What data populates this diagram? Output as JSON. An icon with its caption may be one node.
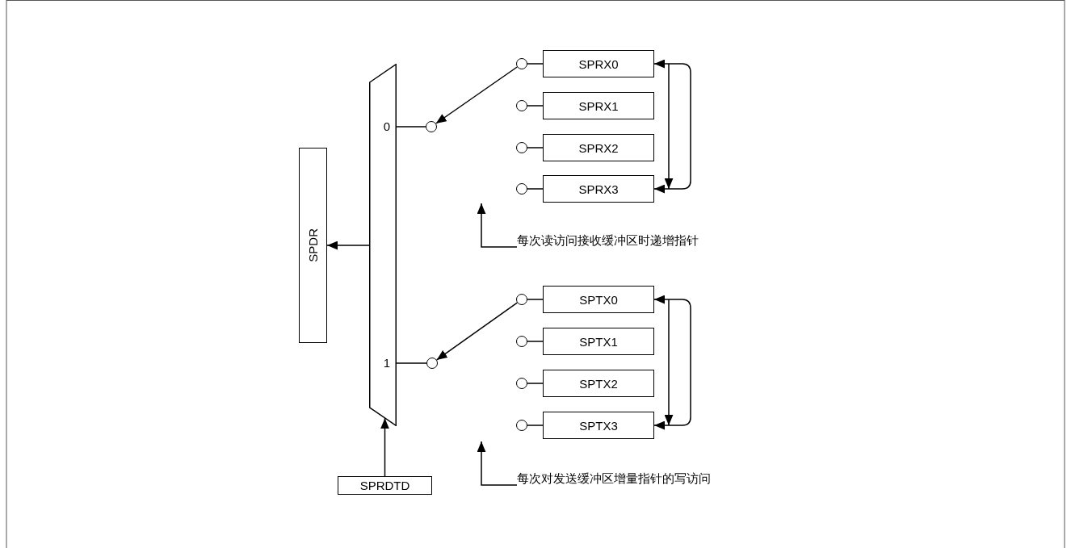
{
  "diagram": {
    "nodes": [
      {
        "text": [
          "0",
          "1"
        ]
      },
      {
        "text": [
          "SPDR"
        ]
      },
      {
        "text": [
          "SPRDTD"
        ]
      },
      {
        "text": [
          "SPRX0"
        ]
      },
      {
        "text": [
          "SPRX1"
        ]
      },
      {
        "text": [
          "SPRX2"
        ]
      },
      {
        "text": [
          "SPRX3"
        ]
      },
      {
        "text": [
          "SPTX0"
        ]
      },
      {
        "text": [
          "SPTX1"
        ]
      },
      {
        "text": [
          "SPTX2"
        ]
      },
      {
        "text": [
          "SPTX3"
        ]
      },
      {
        "text": [
          "每次读访问接收缓冲区时递增指针"
        ]
      },
      {
        "text": [
          "每次对发送缓冲区增量指针的写访问"
        ]
      },
      {
        "text": [],
        "shape": "circle"
      },
      {
        "text": [],
        "shape": "circle"
      },
      {
        "text": [],
        "shape": "circle"
      },
      {
        "text": [],
        "shape": "circle"
      },
      {
        "text": [],
        "shape": "circle"
      },
      {
        "text": [],
        "shape": "circle"
      },
      {
        "text": [],
        "shape": "circle"
      },
      {
        "text": [],
        "shape": "circle"
      },
      {
        "text": [],
        "shape": "circle"
      },
      {
        "text": [],
        "shape": "circle"
      }
    ],
    "edges": [
      {
        "from": 0,
        "to": 1,
        "arrow": "to"
      },
      {
        "from": 2,
        "to": 0,
        "arrow": "to"
      },
      {
        "from": 0,
        "to": 13,
        "arrow": "none"
      },
      {
        "from": 15,
        "to": 13,
        "arrow": "to"
      },
      {
        "from": 15,
        "to": 3,
        "arrow": "none"
      },
      {
        "from": 16,
        "to": 4,
        "arrow": "none"
      },
      {
        "from": 17,
        "to": 5,
        "arrow": "none"
      },
      {
        "from": 18,
        "to": 6,
        "arrow": "none"
      },
      {
        "from": 3,
        "to": 6,
        "arrow": "both"
      },
      {
        "from": 0,
        "to": 14,
        "arrow": "none"
      },
      {
        "from": 19,
        "to": 14,
        "arrow": "to"
      },
      {
        "from": 19,
        "to": 7,
        "arrow": "none"
      },
      {
        "from": 20,
        "to": 8,
        "arrow": "none"
      },
      {
        "from": 21,
        "to": 9,
        "arrow": "none"
      },
      {
        "from": 22,
        "to": 10,
        "arrow": "none"
      },
      {
        "from": 7,
        "to": 10,
        "arrow": "both"
      },
      {
        "from": 11,
        "to": null,
        "arrow": "to"
      },
      {
        "from": 12,
        "to": null,
        "arrow": "to"
      }
    ]
  }
}
